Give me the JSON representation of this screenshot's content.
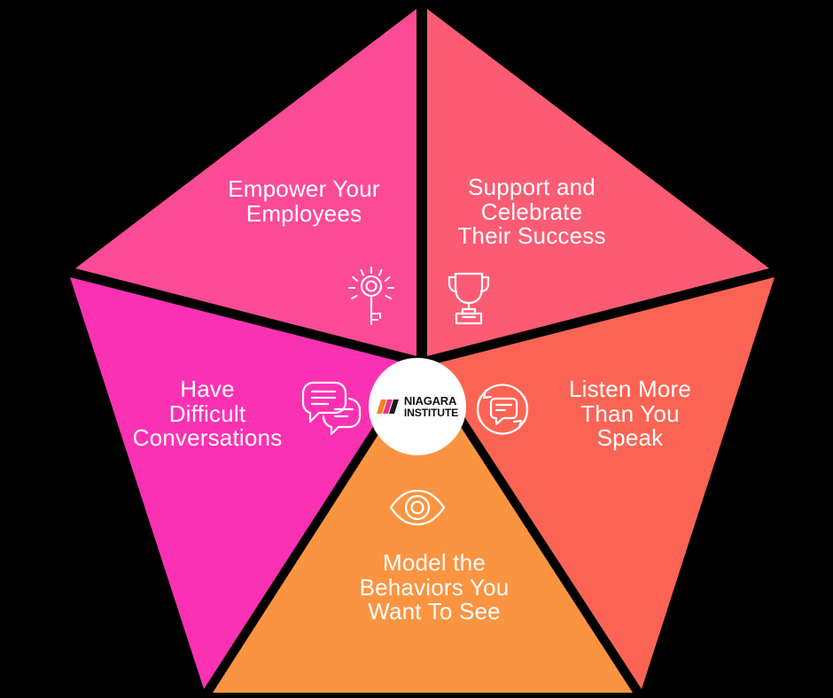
{
  "graphic": {
    "title": "Niagara Institute Leadership Pentagon",
    "background_color": "#000000",
    "center": {
      "logo_line1": "NIAGARA",
      "logo_line2": "INSTITUTE",
      "logo_bar_colors": [
        "#F58220",
        "#F2308F",
        "#1A1A1A"
      ],
      "circle_color": "#FFFFFF"
    },
    "segments": [
      {
        "id": "empower",
        "label": "Empower Your\nEmployees",
        "color": "#FB4B96",
        "icon": "key-icon",
        "position": "top-left"
      },
      {
        "id": "support",
        "label": "Support and\nCelebrate\nTheir Success",
        "color": "#FB5C74",
        "icon": "trophy-icon",
        "position": "top-right"
      },
      {
        "id": "listen",
        "label": "Listen More\nThan You\nSpeak",
        "color": "#FB6455",
        "icon": "no-talking-icon",
        "position": "right"
      },
      {
        "id": "model",
        "label": "Model the\nBehaviors You\nWant To See",
        "color": "#FB9441",
        "icon": "eye-icon",
        "position": "bottom"
      },
      {
        "id": "difficult",
        "label": "Have\nDifficult\nConversations",
        "color": "#FB31B4",
        "icon": "speech-bubbles-icon",
        "position": "left"
      }
    ]
  }
}
